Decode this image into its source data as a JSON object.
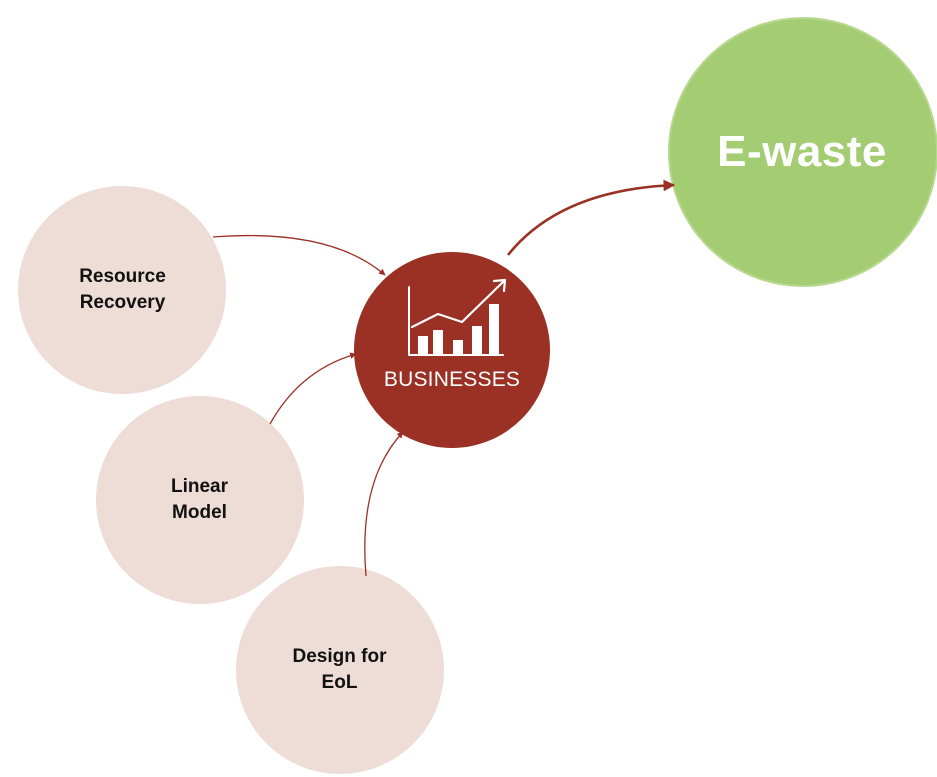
{
  "nodes": {
    "resource_recovery": {
      "label": "Resource\nRecovery"
    },
    "linear_model": {
      "label": "Linear\nModel"
    },
    "design_for_eol": {
      "label": "Design for\nEoL"
    },
    "businesses": {
      "label": "BUSINESSES",
      "icon": "chart-growth-icon"
    },
    "ewaste": {
      "label": "E-waste"
    }
  },
  "colors": {
    "input_circle": "#EDDDD6",
    "businesses": "#9A3124",
    "ewaste": "#A4CC72",
    "arrow": "#9A3124"
  }
}
